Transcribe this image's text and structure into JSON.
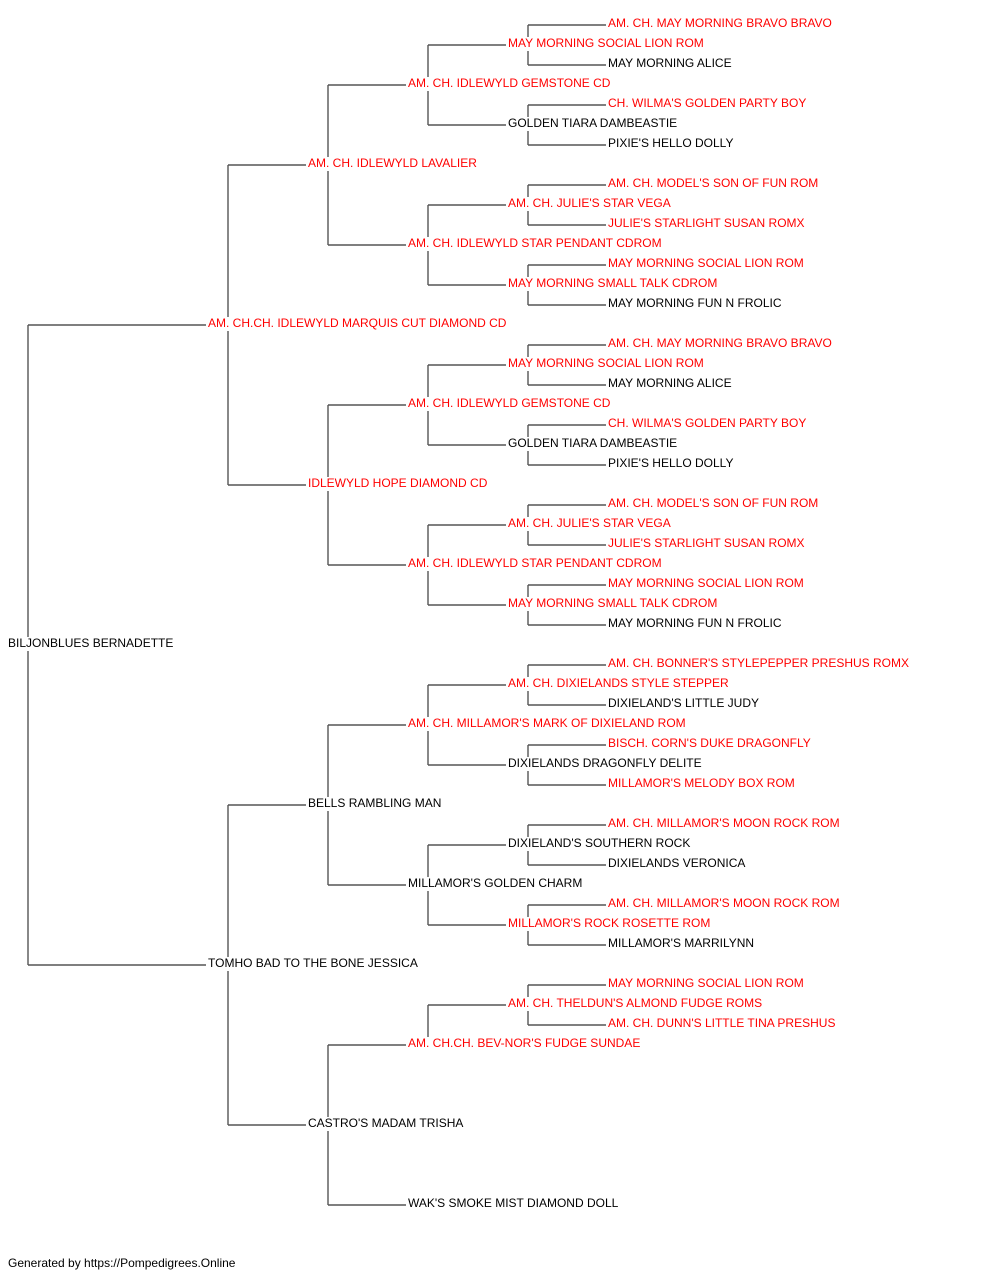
{
  "colors": {
    "champion": "#ff0000",
    "normal": "#000000",
    "connector": "#555555"
  },
  "pedigree": {
    "name": "BILJONBLUES BERNADETTE",
    "champion": false,
    "parents": [
      {
        "name": "AM. CH.CH. IDLEWYLD MARQUIS CUT DIAMOND CD",
        "champion": true,
        "parents": [
          {
            "name": "AM. CH. IDLEWYLD LAVALIER",
            "champion": true,
            "parents": [
              {
                "name": "AM. CH. IDLEWYLD GEMSTONE CD",
                "champion": true,
                "parents": [
                  {
                    "name": "MAY MORNING SOCIAL LION ROM",
                    "champion": true,
                    "parents": [
                      {
                        "name": "AM. CH. MAY MORNING BRAVO BRAVO",
                        "champion": true
                      },
                      {
                        "name": "MAY MORNING ALICE",
                        "champion": false
                      }
                    ]
                  },
                  {
                    "name": "GOLDEN TIARA DAMBEASTIE",
                    "champion": false,
                    "parents": [
                      {
                        "name": "CH. WILMA'S GOLDEN PARTY BOY",
                        "champion": true
                      },
                      {
                        "name": "PIXIE'S HELLO DOLLY",
                        "champion": false
                      }
                    ]
                  }
                ]
              },
              {
                "name": "AM. CH. IDLEWYLD STAR PENDANT CDROM",
                "champion": true,
                "parents": [
                  {
                    "name": "AM. CH. JULIE'S STAR VEGA",
                    "champion": true,
                    "parents": [
                      {
                        "name": "AM. CH. MODEL'S SON OF FUN ROM",
                        "champion": true
                      },
                      {
                        "name": "JULIE'S STARLIGHT SUSAN ROMX",
                        "champion": true
                      }
                    ]
                  },
                  {
                    "name": "MAY MORNING SMALL TALK CDROM",
                    "champion": true,
                    "parents": [
                      {
                        "name": "MAY MORNING SOCIAL LION ROM",
                        "champion": true
                      },
                      {
                        "name": "MAY MORNING FUN N FROLIC",
                        "champion": false
                      }
                    ]
                  }
                ]
              }
            ]
          },
          {
            "name": "IDLEWYLD HOPE DIAMOND CD",
            "champion": true,
            "parents": [
              {
                "name": "AM. CH. IDLEWYLD GEMSTONE CD",
                "champion": true,
                "parents": [
                  {
                    "name": "MAY MORNING SOCIAL LION ROM",
                    "champion": true,
                    "parents": [
                      {
                        "name": "AM. CH. MAY MORNING BRAVO BRAVO",
                        "champion": true
                      },
                      {
                        "name": "MAY MORNING ALICE",
                        "champion": false
                      }
                    ]
                  },
                  {
                    "name": "GOLDEN TIARA DAMBEASTIE",
                    "champion": false,
                    "parents": [
                      {
                        "name": "CH. WILMA'S GOLDEN PARTY BOY",
                        "champion": true
                      },
                      {
                        "name": "PIXIE'S HELLO DOLLY",
                        "champion": false
                      }
                    ]
                  }
                ]
              },
              {
                "name": "AM. CH. IDLEWYLD STAR PENDANT CDROM",
                "champion": true,
                "parents": [
                  {
                    "name": "AM. CH. JULIE'S STAR VEGA",
                    "champion": true,
                    "parents": [
                      {
                        "name": "AM. CH. MODEL'S SON OF FUN ROM",
                        "champion": true
                      },
                      {
                        "name": "JULIE'S STARLIGHT SUSAN ROMX",
                        "champion": true
                      }
                    ]
                  },
                  {
                    "name": "MAY MORNING SMALL TALK CDROM",
                    "champion": true,
                    "parents": [
                      {
                        "name": "MAY MORNING SOCIAL LION ROM",
                        "champion": true
                      },
                      {
                        "name": "MAY MORNING FUN N FROLIC",
                        "champion": false
                      }
                    ]
                  }
                ]
              }
            ]
          }
        ]
      },
      {
        "name": "TOMHO BAD TO THE BONE JESSICA",
        "champion": false,
        "parents": [
          {
            "name": "BELLS RAMBLING MAN",
            "champion": false,
            "parents": [
              {
                "name": "AM. CH. MILLAMOR'S MARK OF DIXIELAND ROM",
                "champion": true,
                "parents": [
                  {
                    "name": "AM. CH. DIXIELANDS STYLE STEPPER",
                    "champion": true,
                    "parents": [
                      {
                        "name": "AM. CH. BONNER'S STYLEPEPPER PRESHUS ROMX",
                        "champion": true
                      },
                      {
                        "name": "DIXIELAND'S LITTLE JUDY",
                        "champion": false
                      }
                    ]
                  },
                  {
                    "name": "DIXIELANDS DRAGONFLY DELITE",
                    "champion": false,
                    "parents": [
                      {
                        "name": "BISCH. CORN'S DUKE DRAGONFLY",
                        "champion": true
                      },
                      {
                        "name": "MILLAMOR'S MELODY BOX ROM",
                        "champion": true
                      }
                    ]
                  }
                ]
              },
              {
                "name": "MILLAMOR'S GOLDEN CHARM",
                "champion": false,
                "parents": [
                  {
                    "name": "DIXIELAND'S SOUTHERN ROCK",
                    "champion": false,
                    "parents": [
                      {
                        "name": "AM. CH. MILLAMOR'S MOON ROCK ROM",
                        "champion": true
                      },
                      {
                        "name": "DIXIELANDS VERONICA",
                        "champion": false
                      }
                    ]
                  },
                  {
                    "name": "MILLAMOR'S ROCK ROSETTE ROM",
                    "champion": true,
                    "parents": [
                      {
                        "name": "AM. CH. MILLAMOR'S MOON ROCK ROM",
                        "champion": true
                      },
                      {
                        "name": "MILLAMOR'S MARRILYNN",
                        "champion": false
                      }
                    ]
                  }
                ]
              }
            ]
          },
          {
            "name": "CASTRO'S MADAM TRISHA",
            "champion": false,
            "parents": [
              {
                "name": "AM. CH.CH. BEV-NOR'S FUDGE SUNDAE",
                "champion": true,
                "parents": [
                  {
                    "name": "AM. CH. THELDUN'S ALMOND FUDGE ROMS",
                    "champion": true,
                    "parents": [
                      {
                        "name": "MAY MORNING SOCIAL LION ROM",
                        "champion": true
                      },
                      {
                        "name": "AM. CH. DUNN'S LITTLE TINA PRESHUS",
                        "champion": true
                      }
                    ]
                  }
                ]
              },
              {
                "name": "WAK'S SMOKE MIST DIAMOND DOLL",
                "champion": false
              }
            ]
          }
        ]
      }
    ]
  },
  "footer": "Generated by https://Pompedigrees.Online"
}
